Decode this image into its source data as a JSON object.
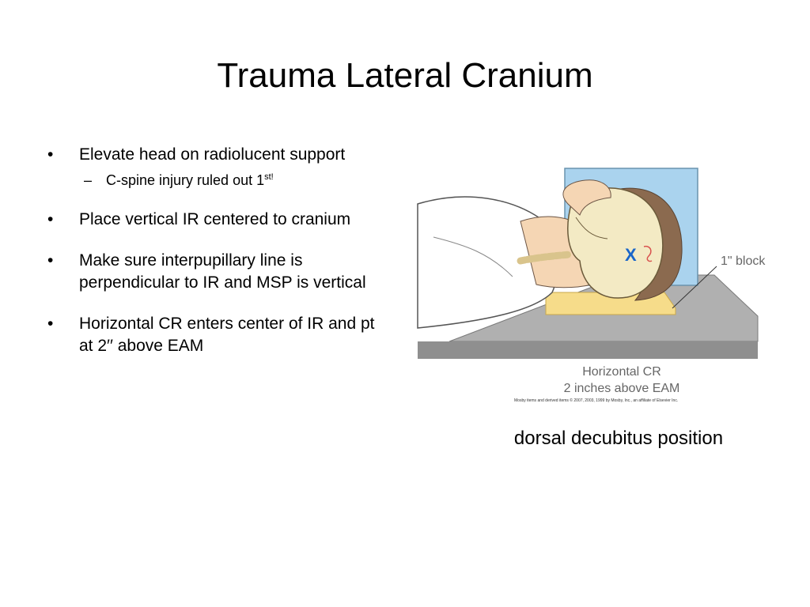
{
  "slide": {
    "title": "Trauma Lateral Cranium",
    "bullets": [
      {
        "text": "Elevate head on radiolucent support",
        "sub": [
          {
            "text": "C-spine injury ruled out 1",
            "sup": "st!"
          }
        ]
      },
      {
        "text": "Place vertical IR centered to cranium"
      },
      {
        "text": "Make sure interpupillary line is perpendicular to IR and MSP is vertical"
      },
      {
        "text": "Horizontal CR enters center of IR and pt at 2′′ above EAM"
      }
    ],
    "figure": {
      "block_label": "1\" block",
      "cr_label_line1": "Horizontal CR",
      "cr_label_line2": "2 inches above EAM",
      "marker": "X",
      "credit": "Mosby items and derived items © 2007, 2003, 1999 by Mosby, Inc., an affiliate of Elsevier Inc.",
      "colors": {
        "ir": "#aad3ee",
        "table": "#b0b0b0",
        "block": "#f6dc8a",
        "hair": "#8b6a4f",
        "skull": "#f3eac4",
        "marker": "#1a66c9"
      }
    },
    "caption": "dorsal decubitus position"
  }
}
